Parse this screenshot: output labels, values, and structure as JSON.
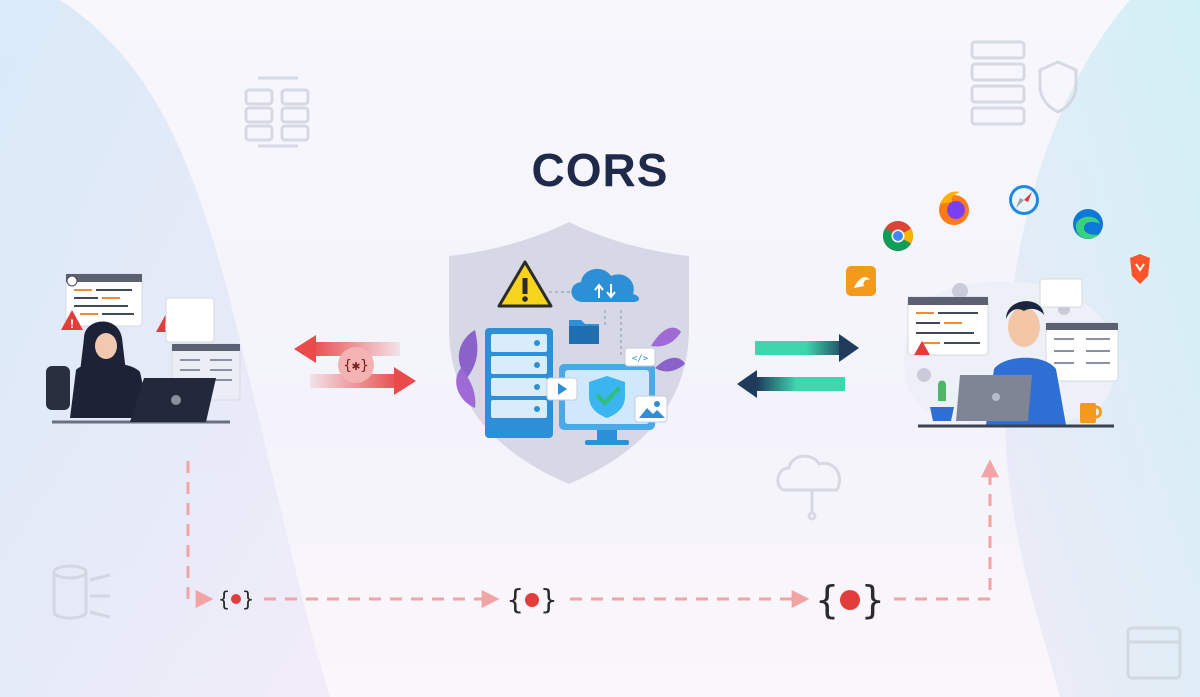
{
  "title": "CORS",
  "nodes": {
    "attacker": {
      "role": "malicious-client",
      "icon": "hooded-hacker-at-laptop"
    },
    "server": {
      "role": "protected-server",
      "icon": "shield-server-cloud",
      "badges": [
        "warning-icon",
        "cloud-sync-icon",
        "folder-icon",
        "code-icon",
        "video-icon",
        "image-icon",
        "checkmark-shield-icon"
      ]
    },
    "user": {
      "role": "legitimate-client",
      "icon": "developer-at-laptop"
    }
  },
  "browsers": [
    "chrome-icon",
    "firefox-icon",
    "safari-icon",
    "edge-icon",
    "brave-icon",
    "uc-browser-icon"
  ],
  "connections": [
    {
      "from": "attacker",
      "to": "server",
      "style": "bidirectional-red",
      "badge": "bug-code-icon"
    },
    {
      "from": "server",
      "to": "user",
      "style": "bidirectional-teal-navy"
    },
    {
      "from": "attacker",
      "to": "user",
      "style": "dashed-red-path",
      "badges": [
        "bug-code-icon",
        "bug-code-icon",
        "bug-code-icon"
      ]
    }
  ],
  "colors": {
    "title": "#1f2a4a",
    "attack": "#e94a4a",
    "dashed": "#f2a3a3",
    "teal": "#3fd6ae",
    "navy": "#1e3b5c",
    "server": "#2d8fd5",
    "shield": "#d6d8e6"
  }
}
